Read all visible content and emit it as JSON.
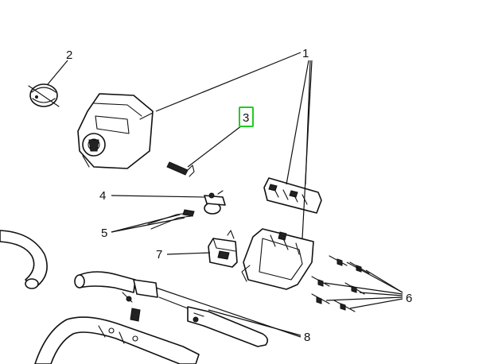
{
  "highlight_color": "#22cc22",
  "callouts": {
    "c1": "1",
    "c2": "2",
    "c3": "3",
    "c4": "4",
    "c5": "5",
    "c6": "6",
    "c7": "7",
    "c8": "8"
  },
  "selected_callout": "3"
}
